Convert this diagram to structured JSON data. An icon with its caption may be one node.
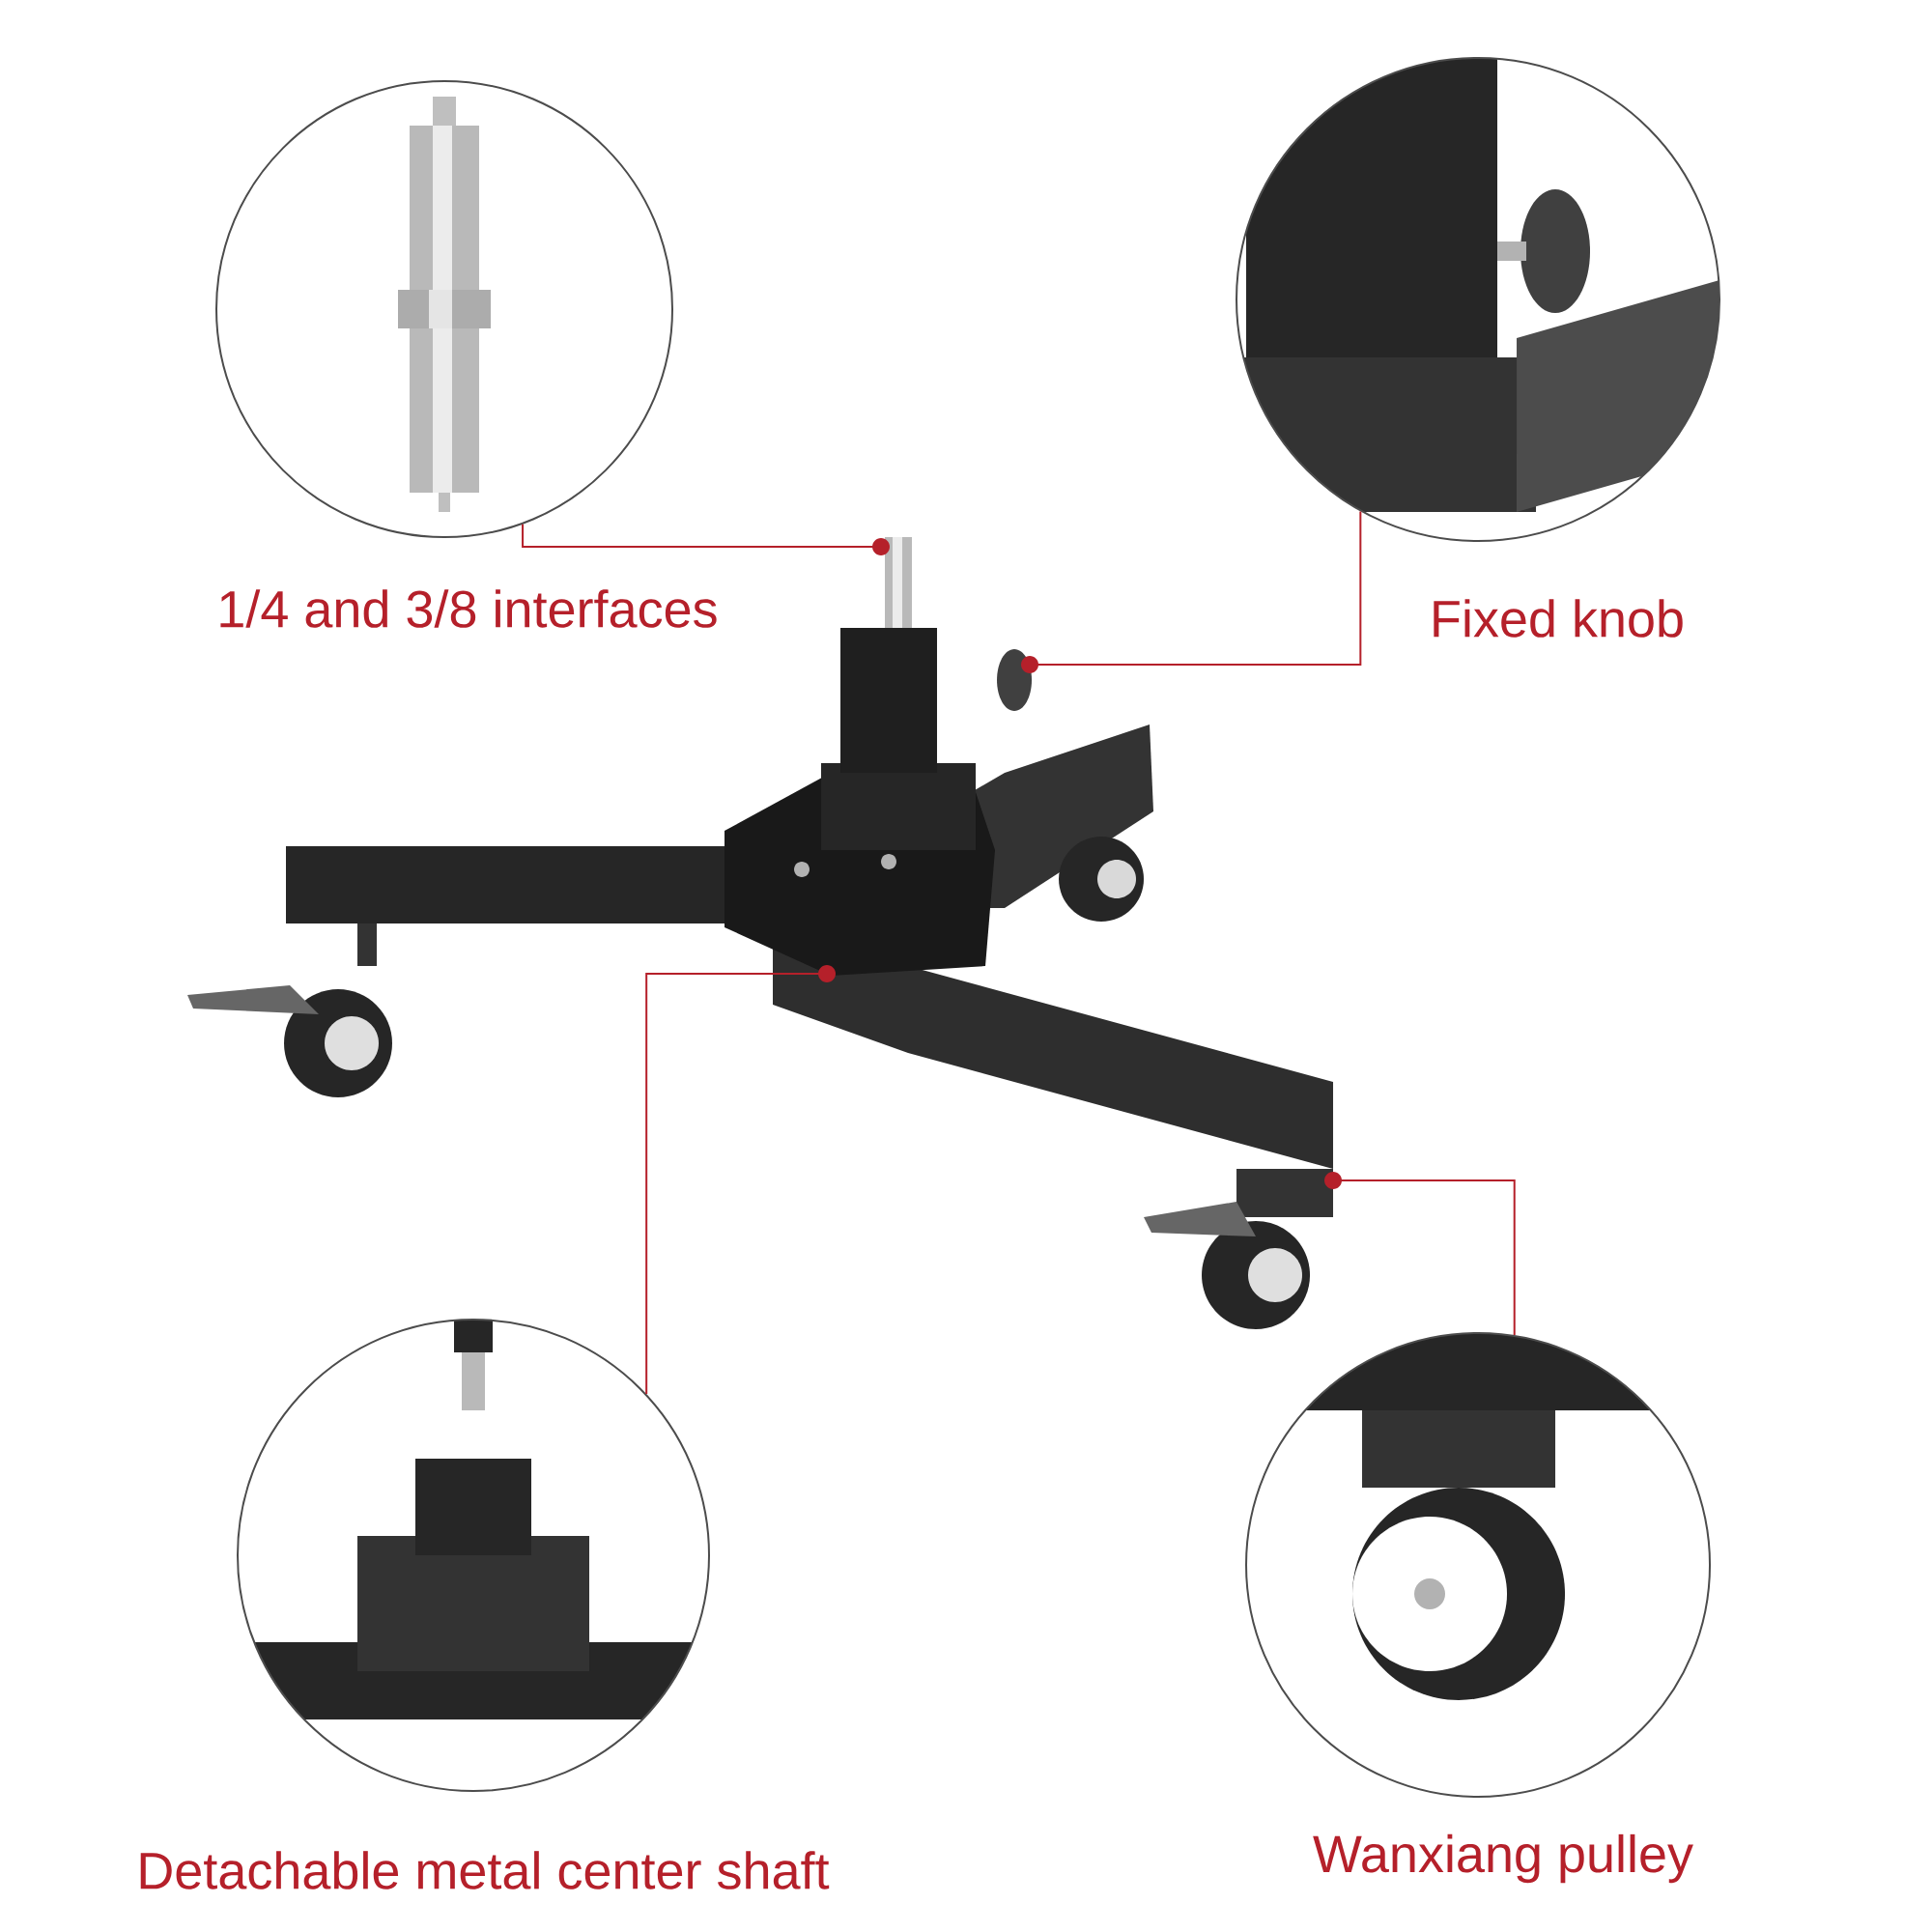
{
  "diagram": {
    "nodes": [
      {
        "text": [
          "1/4 and 3/8 interfaces"
        ]
      },
      {
        "text": [
          "Fixed knob"
        ]
      },
      {
        "text": [
          "Detachable metal center shaft"
        ]
      },
      {
        "text": [
          "Wanxiang pulley"
        ]
      }
    ],
    "edges": [
      {
        "from": 0,
        "to": null,
        "arrow": "other"
      },
      {
        "from": 1,
        "to": null,
        "arrow": "other"
      },
      {
        "from": 2,
        "to": null,
        "arrow": "other"
      },
      {
        "from": 3,
        "to": null,
        "arrow": "other"
      }
    ]
  }
}
